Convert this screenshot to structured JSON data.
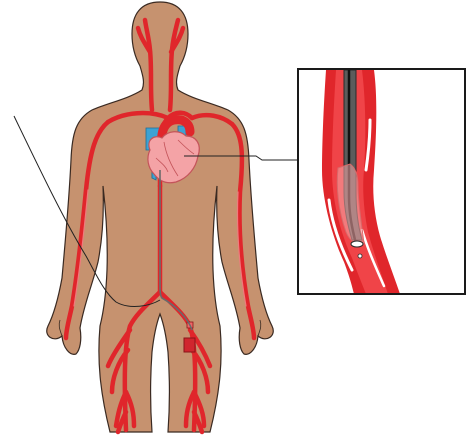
{
  "figure": {
    "subject": "human-body-arterial-system",
    "parts": {
      "body": "body-silhouette",
      "heart": "heart",
      "aorta": "aorta",
      "vena_cava": "vena-cava",
      "arteries": "artery-network",
      "catheter": "catheter",
      "inset": "magnified-artery-inset",
      "leader_lines": "leader-lines"
    },
    "colors": {
      "skin": "#c6926f",
      "skin_outline": "#3a2a22",
      "artery": "#e0262b",
      "artery_light": "#f0494c",
      "artery_highlight": "#ffffff",
      "heart": "#f4a3a6",
      "heart_outline": "#c4545a",
      "vein": "#3da2d3",
      "catheter": "#6a6a6a",
      "catheter_dark": "#1b1b1b",
      "line": "#222222",
      "inset_border": "#1a1a1a"
    }
  }
}
